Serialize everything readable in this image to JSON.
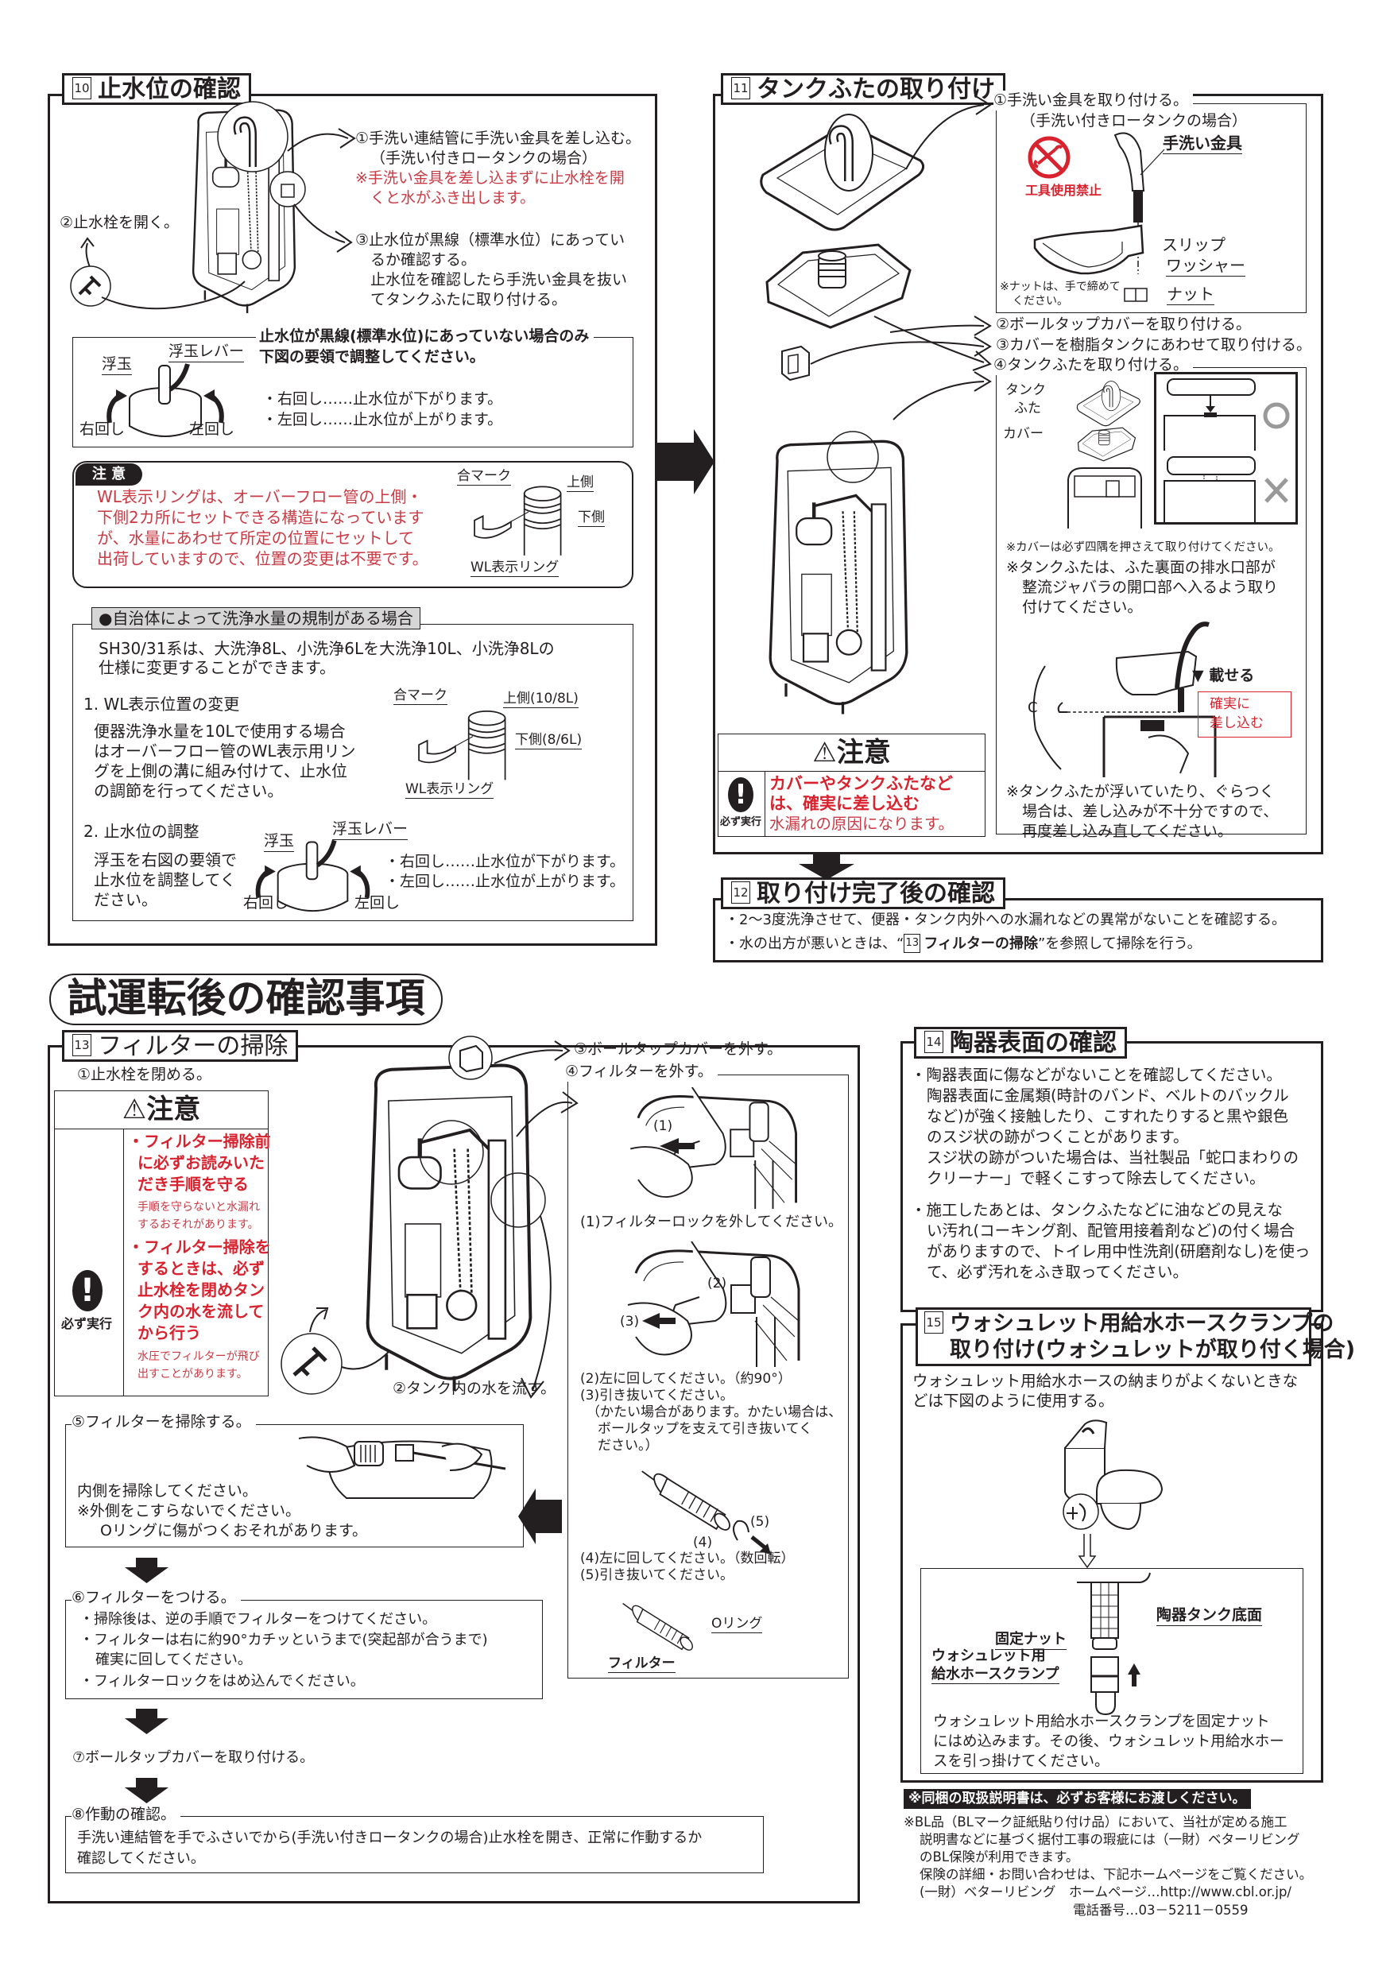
{
  "colors": {
    "black": "#231f20",
    "red": "#d8232f",
    "warn_red": "#c93a44",
    "gray_label": "#d6d6d6"
  },
  "s10": {
    "num": "10",
    "title": "止水位の確認",
    "step1": [
      "①手洗い連結管に手洗い金具を差し込む。",
      "（手洗い付きロータンクの場合）"
    ],
    "step1_warn": [
      "※手洗い金具を差し込まずに止水栓を開",
      "くと水がふき出します。"
    ],
    "step2": "②止水栓を開く。",
    "step3": [
      "③止水位が黒線（標準水位）にあってい",
      "るか確認する。",
      "止水位を確認したら手洗い金具を抜い",
      "てタンクふたに取り付ける。"
    ],
    "adjust": {
      "heading": [
        "止水位が黒線(標準水位)にあっていない場合のみ",
        "下図の要領で調整してください。"
      ],
      "float": "浮玉",
      "lever": "浮玉レバー",
      "right_turn": "右回し",
      "left_turn": "左回し",
      "bullets": [
        "・右回し……止水位が下がります。",
        "・左回し……止水位が上がります。"
      ]
    },
    "caution": {
      "badge": "注 意",
      "lines": [
        "WL表示リングは、オーバーフロー管の上側・",
        "下側2カ所にセットできる構造になっています",
        "が、水量にあわせて所定の位置にセットして",
        "出荷していますので、位置の変更は不要です。"
      ],
      "mark": "合マーク",
      "upper": "上側",
      "lower": "下側",
      "ring": "WL表示リング"
    },
    "municipal": {
      "title": "●自治体によって洗浄水量の規制がある場合",
      "intro": [
        "SH30/31系は、大洗浄8L、小洗浄6Lを大洗浄10L、小洗浄8Lの",
        "仕様に変更することができます。"
      ],
      "item1": {
        "title": "1. WL表示位置の変更",
        "lines": [
          "便器洗浄水量を10Lで使用する場合",
          "はオーバーフロー管のWL表示用リン",
          "グを上側の溝に組み付けて、止水位",
          "の調節を行ってください。"
        ],
        "mark": "合マーク",
        "upper": "上側(10/8L)",
        "lower": "下側(8/6L)",
        "ring": "WL表示リング"
      },
      "item2": {
        "title": "2. 止水位の調整",
        "lines": [
          "浮玉を右図の要領で",
          "止水位を調整してく",
          "ださい。"
        ],
        "float": "浮玉",
        "lever": "浮玉レバー",
        "right_turn": "右回し",
        "left_turn": "左回し",
        "bullets": [
          "・右回し……止水位が下がります。",
          "・左回し……止水位が上がります。"
        ]
      }
    }
  },
  "s11": {
    "num": "11",
    "title": "タンクふたの取り付け",
    "step1": {
      "title": "①手洗い金具を取り付ける。",
      "sub": "（手洗い付きロータンクの場合）",
      "no_tools": "工具使用禁止",
      "faucet": "手洗い金具",
      "washer": [
        "スリップ",
        "ワッシャー"
      ],
      "nut_note": [
        "※ナットは、手で締めて",
        "ください。"
      ],
      "nut": "ナット"
    },
    "step2": "②ボールタップカバーを取り付ける。",
    "step3": "③カバーを樹脂タンクにあわせて取り付ける。",
    "step4": {
      "title": "④タンクふたを取り付ける。",
      "lid": [
        "タンク",
        "ふた"
      ],
      "cover": "カバー",
      "notes": [
        "※カバーは必ず四隅を押さえて取り付けてください。",
        "※タンクふたは、ふた裏面の排水口部が",
        "整流ジャバラの開口部へ入るよう取り",
        "付けてください。"
      ],
      "place": "▼ 載せる",
      "insert": [
        "確実に",
        "差し込む"
      ],
      "notes2": [
        "※タンクふたが浮いていたり、ぐらつく",
        "場合は、差し込みが不十分ですので、",
        "再度差し込み直してください。"
      ]
    },
    "warning": {
      "header": "⚠注意",
      "icon": "!",
      "icon_label": "必ず実行",
      "bold": [
        "カバーやタンクふたなど",
        "は、確実に差し込む"
      ],
      "normal": "水漏れの原因になります。"
    }
  },
  "s12": {
    "num": "12",
    "title": "取り付け完了後の確認",
    "line1": "・2～3度洗浄させて、便器・タンク内外への水漏れなどの異常がないことを確認する。",
    "line2_pre": "・水の出方が悪いときは、“",
    "line2_ref_num": "13",
    "line2_ref": "フィルターの掃除",
    "line2_post": "”を参照して掃除を行う。"
  },
  "heading": "試運転後の確認事項",
  "s13": {
    "num": "13",
    "title": "フィルターの掃除",
    "step1": "①止水栓を閉める。",
    "caution": {
      "header": "⚠注意",
      "icon": "!",
      "icon_label": "必ず実行",
      "block1_bold": [
        "・フィルター掃除前",
        "に必ずお読みいた",
        "だき手順を守る"
      ],
      "block1_note": [
        "手順を守らないと水漏れ",
        "するおそれがあります。"
      ],
      "block2_bold": [
        "・フィルター掃除を",
        "するときは、必ず",
        "止水栓を閉めタン",
        "ク内の水を流して",
        "から行う"
      ],
      "block2_note": [
        "水圧でフィルターが飛び",
        "出すことがあります。"
      ]
    },
    "step2": "②タンク内の水を流す。",
    "step3": "③ボールタップカバーを外す。",
    "step4": {
      "title": "④フィルターを外す。",
      "label1": "(1)",
      "label2": "(2)",
      "label3": "(3)",
      "sub1": "(1)フィルターロックを外してください。",
      "sub2": [
        "(2)左に回してください。（約90°）",
        "(3)引き抜いてください。",
        "（かたい場合があります。かたい場合は、",
        "ボールタップを支えて引き抜いてく",
        "ださい。）"
      ],
      "label4": "(4)",
      "label5": "(5)",
      "sub3": [
        "(4)左に回してください。（数回転）",
        "(5)引き抜いてください。"
      ],
      "oring": "Oリング",
      "filter": "フィルター"
    },
    "step5": {
      "title": "⑤フィルターを掃除する。",
      "lines": [
        "内側を掃除してください。",
        "※外側をこすらないでください。",
        "Oリングに傷がつくおそれがあります。"
      ]
    },
    "step6": {
      "title": "⑥フィルターをつける。",
      "lines": [
        "・掃除後は、逆の手順でフィルターをつけてください。",
        "・フィルターは右に約90°カチッというまで(突起部が合うまで)",
        "確実に回してください。",
        "・フィルターロックをはめ込んでください。"
      ]
    },
    "step7": "⑦ボールタップカバーを取り付ける。",
    "step8": {
      "title": "⑧作動の確認。",
      "lines": [
        "手洗い連結管を手でふさいでから(手洗い付きロータンクの場合)止水栓を開き、正常に作動するか",
        "確認してください。"
      ]
    }
  },
  "s14": {
    "num": "14",
    "title": "陶器表面の確認",
    "para1": [
      "・陶器表面に傷などがないことを確認してください。",
      "陶器表面に金属類(時計のバンド、ベルトのバックル",
      "など)が強く接触したり、こすれたりすると黒や銀色",
      "のスジ状の跡がつくことがあります。",
      "スジ状の跡がついた場合は、当社製品「蛇口まわりの",
      "クリーナー」で軽くこすって除去してください。"
    ],
    "para2": [
      "・施工したあとは、タンクふたなどに油などの見えな",
      "い汚れ(コーキング剤、配管用接着剤など)の付く場合",
      "がありますので、トイレ用中性洗剤(研磨剤なし)を使っ",
      "て、必ず汚れをふき取ってください。"
    ]
  },
  "s15": {
    "num": "15",
    "title": [
      "ウォシュレット用給水ホースクランプの",
      "取り付け(ウォシュレットが取り付く場合)"
    ],
    "intro": [
      "ウォシュレット用給水ホースの納まりがよくないときな",
      "どは下図のように使用する。"
    ],
    "tank_bottom": "陶器タンク底面",
    "nut": "固定ナット",
    "clamp": [
      "ウォシュレット用",
      "給水ホースクランプ"
    ],
    "desc": [
      "ウォシュレット用給水ホースクランプを固定ナット",
      "にはめ込みます。その後、ウォシュレット用給水ホー",
      "スを引っ掛けてください。"
    ]
  },
  "footer": {
    "notice": "※同梱の取扱説明書は、必ずお客様にお渡しください。",
    "bl": [
      "※BL品（BLマーク証紙貼り付け品）において、当社が定める施工",
      "説明書などに基づく据付工事の瑕疵には（一財）ベターリビング",
      "のBL保険が利用できます。",
      "保険の詳細・お問い合わせは、下記ホームページをご覧ください。",
      "(一財）ベターリビング　ホームページ…http://www.cbl.or.jp/",
      "電話番号…03－5211－0559"
    ]
  }
}
